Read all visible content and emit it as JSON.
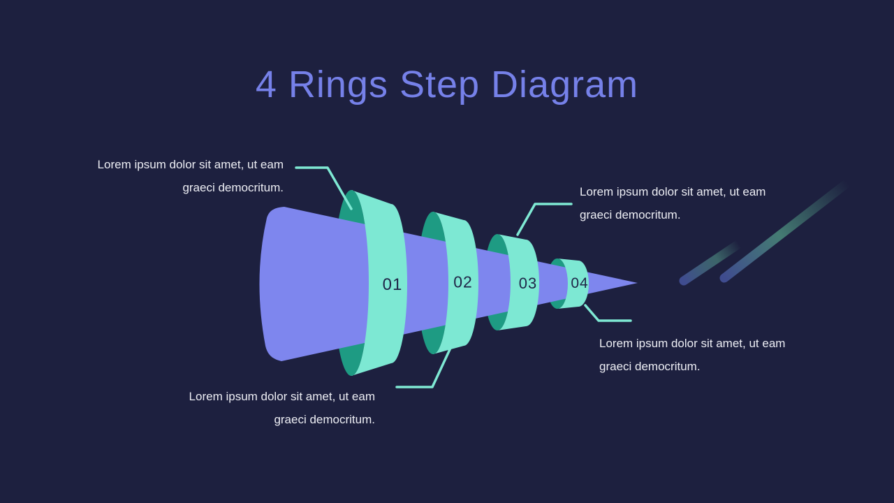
{
  "slide": {
    "title": "4 Rings Step Diagram"
  },
  "colors": {
    "background": "#1D203F",
    "cone": "#7E86EE",
    "ring_front": "#7DE8D3",
    "ring_back": "#1E9B83",
    "connector_line": "#7FE9D4",
    "title_text": "#7681E9",
    "body_text": "#EDEEF4",
    "number_text": "#1F2547"
  },
  "steps": [
    {
      "number": "01",
      "caption_line1": "Lorem ipsum dolor sit amet, ut eam",
      "caption_line2": "graeci democritum."
    },
    {
      "number": "02",
      "caption_line1": "Lorem ipsum dolor sit amet, ut eam",
      "caption_line2": "graeci democritum."
    },
    {
      "number": "03",
      "caption_line1": "Lorem ipsum dolor sit amet, ut eam",
      "caption_line2": "graeci democritum."
    },
    {
      "number": "04",
      "caption_line1": "Lorem ipsum dolor sit amet, ut eam",
      "caption_line2": "graeci democritum."
    }
  ]
}
